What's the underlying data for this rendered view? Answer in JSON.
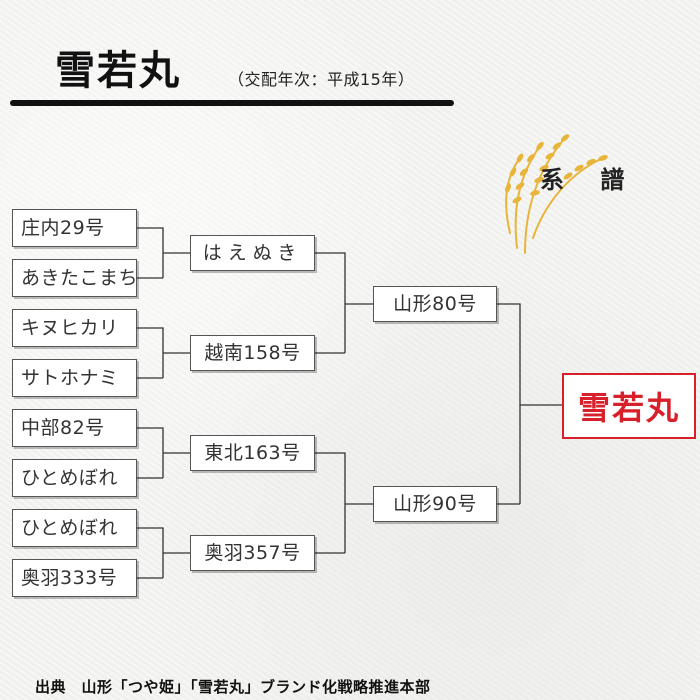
{
  "header": {
    "title": "雪若丸",
    "subtitle": "（交配年次：平成15年）"
  },
  "pedigree_label": "系 譜",
  "result": {
    "label": "雪若丸",
    "color": "#d8202a"
  },
  "generation3": [
    {
      "label": "庄内29号"
    },
    {
      "label": "あきたこまち"
    },
    {
      "label": "キヌヒカリ"
    },
    {
      "label": "サトホナミ"
    },
    {
      "label": "中部82号"
    },
    {
      "label": "ひとめぼれ"
    },
    {
      "label": "ひとめぼれ"
    },
    {
      "label": "奥羽333号"
    }
  ],
  "generation2": [
    {
      "label": "はえぬき"
    },
    {
      "label": "越南158号"
    },
    {
      "label": "東北163号"
    },
    {
      "label": "奥羽357号"
    }
  ],
  "generation1": [
    {
      "label": "山形80号"
    },
    {
      "label": "山形90号"
    }
  ],
  "footer": {
    "source": "出典　山形「つや姫」「雪若丸」ブランド化戦略推進本部"
  },
  "colors": {
    "line": "#333333",
    "box_border": "#555555",
    "title_rule": "#111111",
    "rice": "#e8b43a"
  }
}
